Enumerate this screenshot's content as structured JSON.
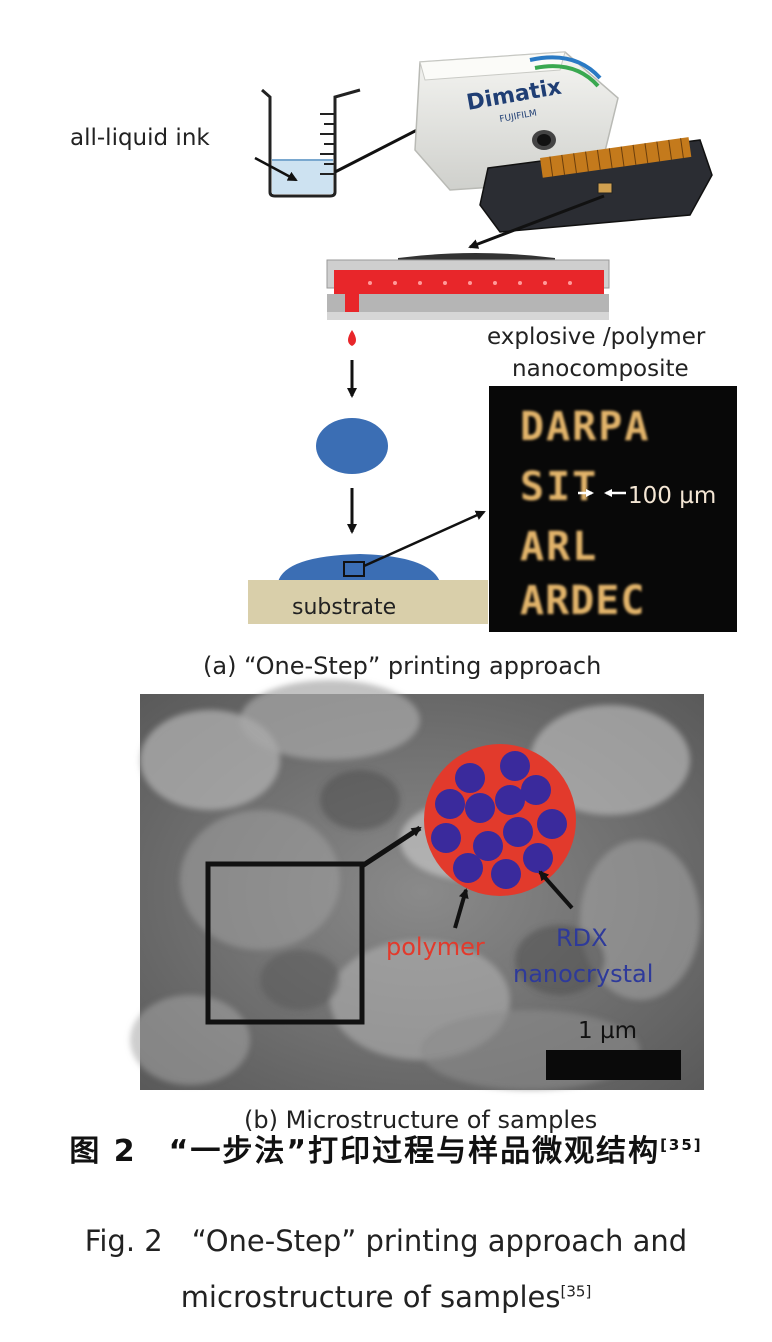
{
  "panel_a": {
    "ink_label": "all-liquid ink",
    "printer_brand": "Dimatix",
    "printer_brand_sub": "FUJIFILM",
    "composite_label_line1": "explosive /polymer",
    "composite_label_line2": "nanocomposite",
    "printed_text": [
      "DARPA",
      "SIT",
      "ARL",
      "ARDEC"
    ],
    "scale_label": "100 µm",
    "substrate_label": "substrate",
    "caption": "(a) “One-Step” printing approach"
  },
  "panel_b": {
    "polymer_label": "polymer",
    "rdx_label_line1": "RDX",
    "rdx_label_line2": "nanocrystal",
    "scale_label": "1 µm",
    "caption": "(b) Microstructure of samples"
  },
  "figure_caption": {
    "zh": "图 2　“一步法”打印过程与样品微观结构",
    "zh_ref": "[35]",
    "en_line1": "Fig. 2　“One-Step” printing approach and",
    "en_line2": "microstructure of samples",
    "en_ref": "[35]"
  },
  "colors": {
    "ink_blue": "#3b6eb4",
    "printhead_red": "#e8262a",
    "substrate_tan": "#d9cfaa",
    "polymer_red": "#e23a2c",
    "rdx_purple": "#3a2a9c",
    "rdx_text": "#2e3a9a"
  }
}
